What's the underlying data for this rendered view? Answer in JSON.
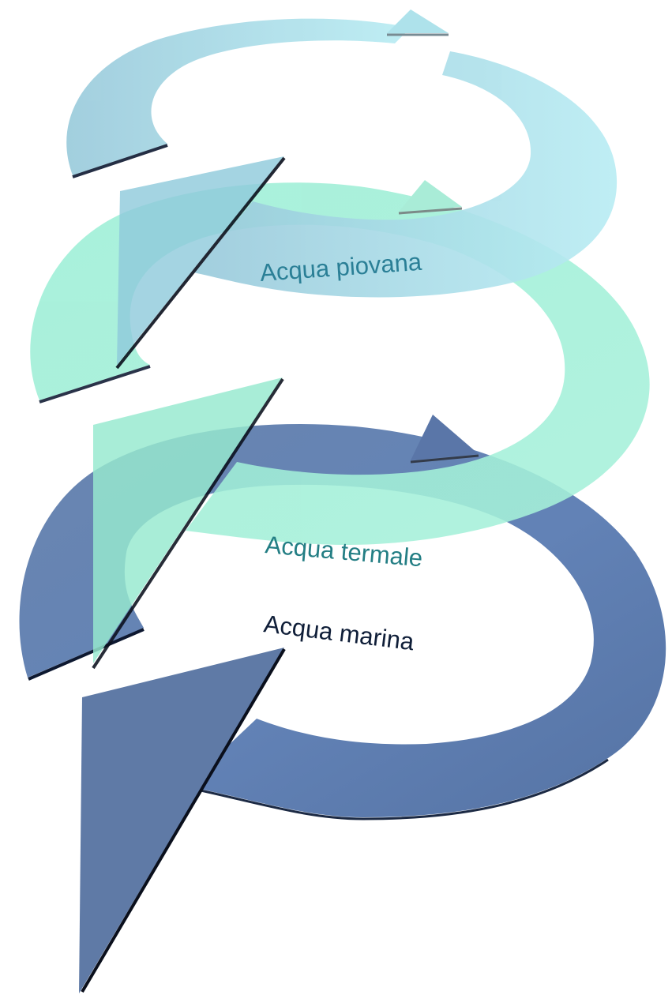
{
  "diagram": {
    "layers": [
      {
        "id": "piovana",
        "label": "Acqua piovana",
        "color": "#9fd6e5",
        "label_color": "#2a7f96"
      },
      {
        "id": "termale",
        "label": "Acqua termale",
        "color": "#98ecd2",
        "label_color": "#237e84"
      },
      {
        "id": "marina",
        "label": "Acqua marina",
        "color": "#5f7fae",
        "label_color": "#0f1e38"
      }
    ]
  }
}
